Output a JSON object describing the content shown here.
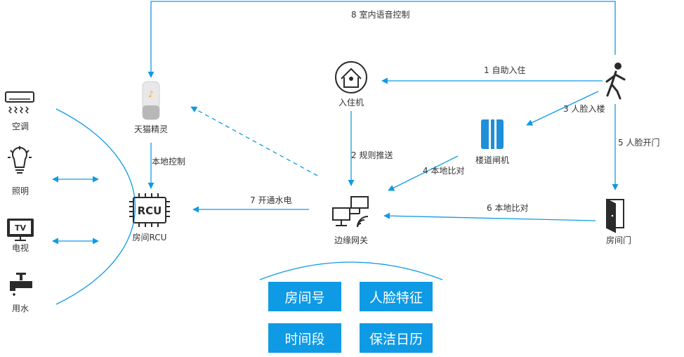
{
  "devices": {
    "ac": "空调",
    "lighting": "照明",
    "tv": "电视",
    "tv_screen_text": "TV",
    "water": "用水"
  },
  "nodes": {
    "tmall_genie": "天猫精灵",
    "room_rcu": "房间RCU",
    "rcu_chip_text": "RCU",
    "checkin_machine": "入住机",
    "corridor_gate": "楼道闸机",
    "edge_gateway": "边缘网关",
    "room_door": "房间门"
  },
  "edges": {
    "e1": "1 自助入住",
    "e2": "2 规则推送",
    "e3": "3 人脸入楼",
    "e4": "4 本地比对",
    "e5": "5 人脸开门",
    "e6": "6 本地比对",
    "e7": "7 开通水电",
    "e8": "8 室内语音控制",
    "local_control": "本地控制"
  },
  "data_boxes": [
    "房间号",
    "人脸特征",
    "时间段",
    "保洁日历"
  ],
  "colors": {
    "primary": "#0f9ae5",
    "icon": "#2b2b2b",
    "speaker_accent": "#f5a623"
  }
}
